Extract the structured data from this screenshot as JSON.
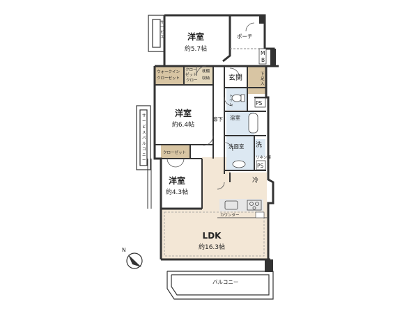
{
  "rooms": {
    "western_top": {
      "name": "洋室",
      "size": "約5.7帖"
    },
    "western_mid": {
      "name": "洋室",
      "size": "約6.4帖"
    },
    "western_bottom": {
      "name": "洋室",
      "size": "約4.3帖"
    },
    "ldk": {
      "name": "LDK",
      "size": "約16.3帖"
    }
  },
  "labels": {
    "porch": "ポーチ",
    "mb": "MB",
    "entrance": "玄関",
    "shoe_box": "下足入",
    "hallway": "廊下",
    "toilet": "トイレ",
    "bathroom": "浴室",
    "washroom": "洗面室",
    "washer": "洗",
    "ps": "PS",
    "linen": "リネン庫",
    "fridge": "冷",
    "walk_in_closet": "ウォークイン\nクローゼット",
    "closet": "クローゼット",
    "closet_small": "クロー\nゼット",
    "closet_small2": "クロー\nゼット",
    "storage": "収納",
    "storage_full": "枕棚\n収納",
    "counter": "カウンター",
    "service_balcony_top": "サービス\nバルコニー",
    "service_balcony_side": "サービスバルコニー",
    "balcony": "バルコニー",
    "north": "N"
  }
}
